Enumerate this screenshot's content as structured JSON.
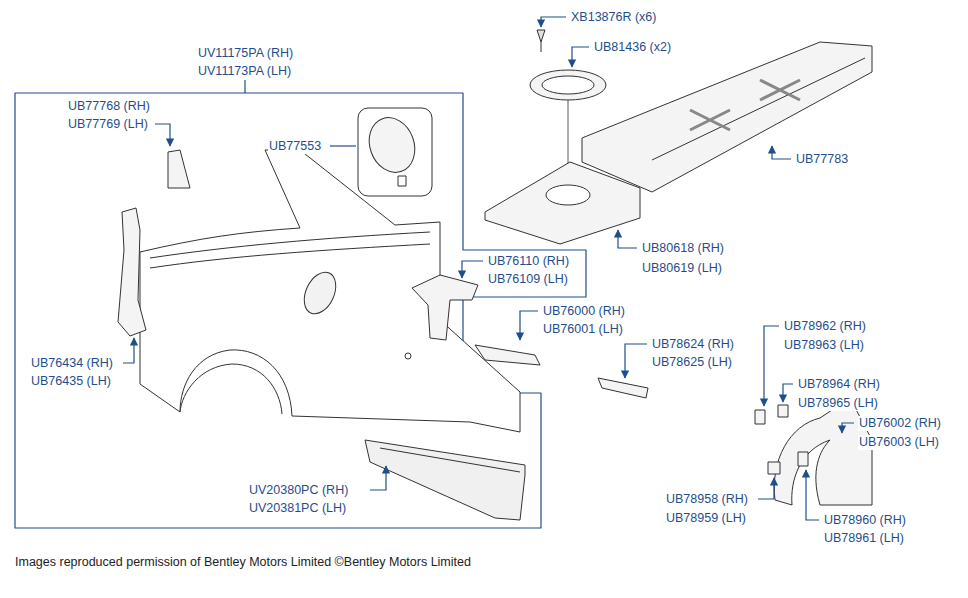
{
  "diagram": {
    "caption": "Images reproduced permission of Bentley Motors Limited ©Bentley Motors Limited",
    "labels": [
      "XB13876R (x6)",
      "UB81436 (x2)",
      "UV11175PA (RH)",
      "UV11173PA (LH)",
      "UB77768 (RH)",
      "UB77769 (LH)",
      "UB77553",
      "UB77783",
      "UB76110 (RH)",
      "UB76109 (LH)",
      "UB80618 (RH)",
      "UB80619 (LH)",
      "UB76000 (RH)",
      "UB76001 (LH)",
      "UB78962 (RH)",
      "UB78963 (LH)",
      "UB78624 (RH)",
      "UB78625 (LH)",
      "UB76434 (RH)",
      "UB76435 (LH)",
      "UB78964 (RH)",
      "UB78965 (LH)",
      "UB76002 (RH)",
      "UB76003 (LH)",
      "UV20380PC (RH)",
      "UV20381PC (LH)",
      "UB78958 (RH)",
      "UB78959 (LH)",
      "UB78960 (RH)",
      "UB78961 (LH)"
    ]
  }
}
